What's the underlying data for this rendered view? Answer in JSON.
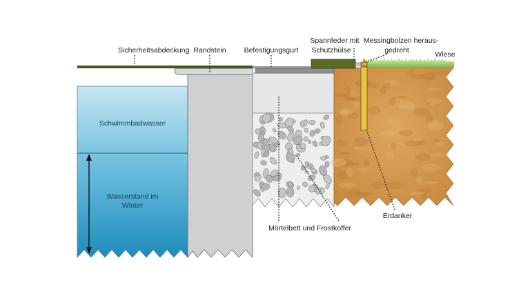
{
  "labels": {
    "safety_cover": "Sicherheitsabdeckung",
    "curb_stone": "Randstein",
    "fastening_strap": "Befestigungsgurt",
    "spring_line1": "Spannfeder mit",
    "spring_line2": "Schutzhülse",
    "bolt_line1": "Messingbolzen heraus-",
    "bolt_line2": "gedreht",
    "lawn": "Wiese",
    "pool_water": "Schwimmbadwasser",
    "winter_line1": "Wasserstand im",
    "winter_line2": "Winter",
    "mortar": "Mörtelbett und Frostkoffer",
    "ground_anchor": "Erdanker"
  },
  "colors": {
    "water_top": "#c6e6f2",
    "water_mid": "#6fc0de",
    "water_bottom": "#1f8cbd",
    "stone": "#cfd0d2",
    "stone_edge": "#6d6e71",
    "concrete": "#e6e7e8",
    "gravel": "#a7a9ac",
    "soil": "#c9893f",
    "soil_light": "#dca760",
    "grass": "#7ab648",
    "cover": "#3f5a20",
    "anchor": "#e8c542"
  }
}
